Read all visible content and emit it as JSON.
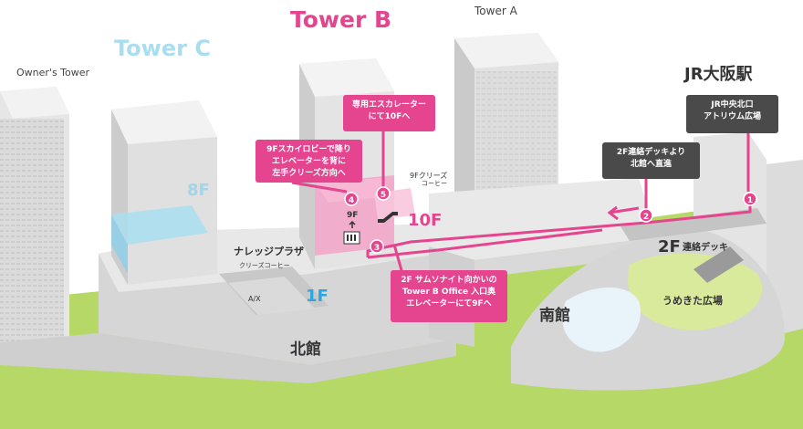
{
  "towers": {
    "tower_b": "Tower B",
    "tower_c": "Tower C",
    "tower_a": "Tower A",
    "owners_tower": "Owner's Tower"
  },
  "stations": {
    "jr_osaka": "JR大阪駅"
  },
  "buildings": {
    "kitakan": "北館",
    "minamikan": "南館"
  },
  "floors": {
    "f8": "8F",
    "f1": "1F",
    "f10": "10F",
    "f2": "2F",
    "f9": "9F"
  },
  "places": {
    "renraku_deck": "連絡デッキ",
    "umekita_plaza": "うめきた広場",
    "knowledge_plaza": "ナレッジプラザ",
    "qrious_coffee_1f": "クリーズコーヒー",
    "qrious_coffee_9f": "9Fクリーズ",
    "qrious_coffee_9f_sub": "コーヒー",
    "ax": "A/X"
  },
  "route": {
    "step1": {
      "num": "1",
      "text": "JR中央北口\nアトリウム広場"
    },
    "step2": {
      "num": "2",
      "text": "2F連絡デッキより\n北館へ直進"
    },
    "step3": {
      "num": "3",
      "text": "2F サムソナイト向かいの\nTower B Office 入口奥\nエレベーターにて9Fへ"
    },
    "step4": {
      "num": "4",
      "text": "9Fスカイロビーで降り\nエレベーターを背に\n左手クリーズ方向へ"
    },
    "step5": {
      "num": "5",
      "text": "専用エスカレーター\nにて10Fへ"
    }
  },
  "colors": {
    "accent_pink": "#e5448e",
    "tower_c_blue": "#a9def0",
    "floor_blue": "#2aa7e0",
    "grass_green": "#b5d866",
    "label_dark": "#4a4a4a"
  },
  "icons": {
    "elevator": "elevator-icon",
    "escalator": "escalator-icon",
    "up_arrow": "up-arrow-icon"
  }
}
